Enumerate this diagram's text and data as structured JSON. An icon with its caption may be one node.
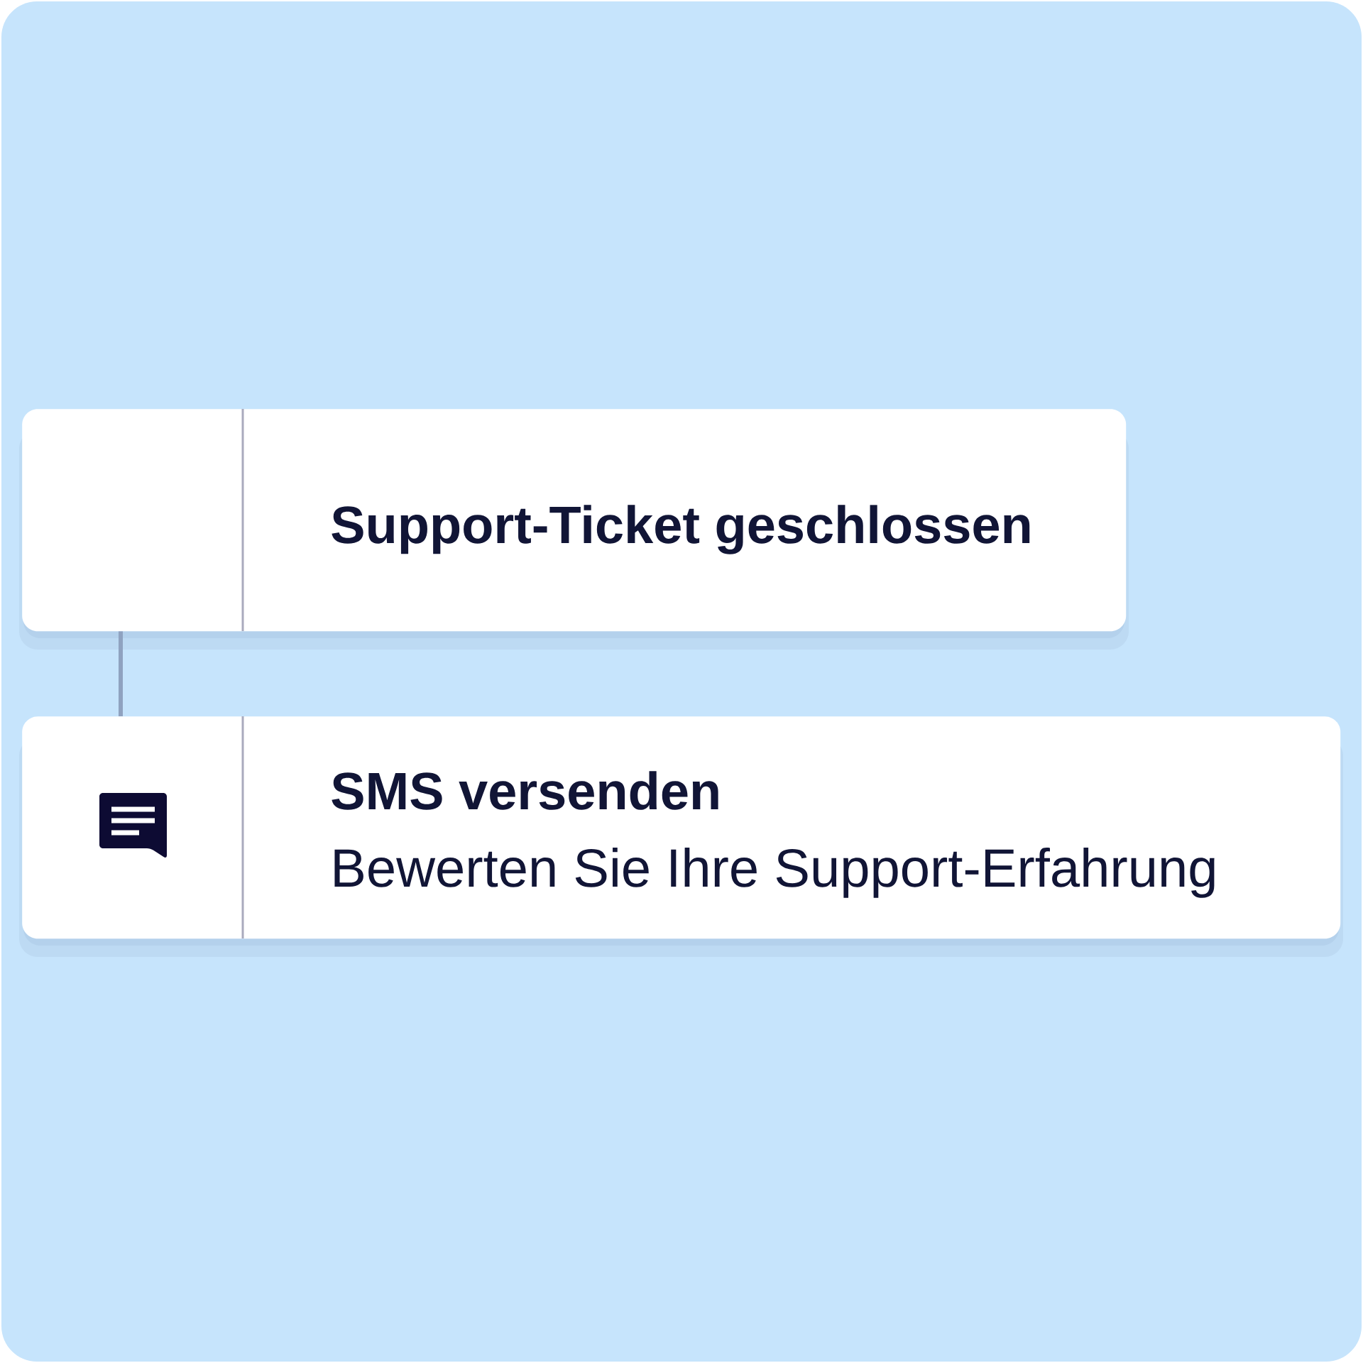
{
  "diagram": {
    "nodes": [
      {
        "text": [
          "Support-Ticket geschlossen"
        ]
      },
      {
        "text": [
          "SMS versenden",
          "Bewerten Sie Ihre Support-Erfahrung"
        ]
      }
    ],
    "edges": [
      {
        "from": 0,
        "to": 1,
        "arrow": "none"
      }
    ]
  }
}
